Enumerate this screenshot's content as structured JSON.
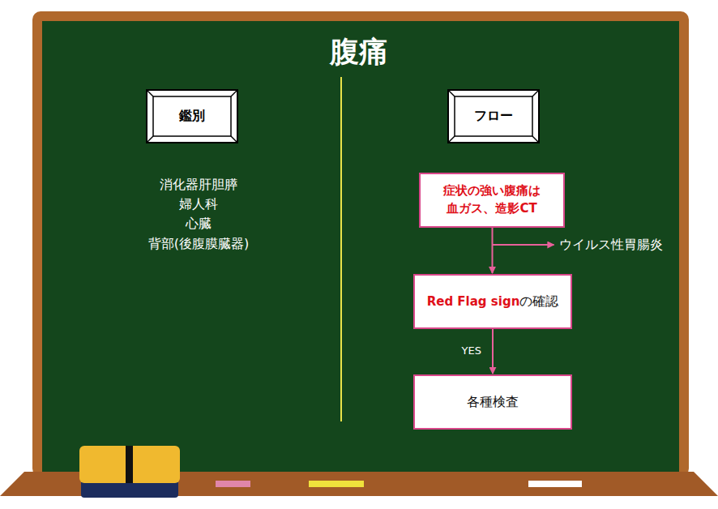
{
  "diagram": {
    "title": "腹痛",
    "nodes": [
      {
        "text": [
          "鑑別"
        ]
      },
      {
        "text": [
          "フロー"
        ]
      },
      {
        "text": [
          "症状の強い腹痛は 血ガス、造影CT"
        ]
      },
      {
        "text": [
          "Red Flag sign",
          "の確認"
        ]
      },
      {
        "text": [
          "各種検査"
        ]
      }
    ],
    "edges": [
      {
        "from": 2,
        "to": 3,
        "arrow": "to"
      },
      {
        "from": 3,
        "to": 4,
        "label": "YES",
        "arrow": "to"
      }
    ],
    "labels": [
      "消化器肝胆膵",
      "婦人科",
      "心臓",
      "背部(後腹膜臓器)",
      "ウイルス性胃腸炎"
    ]
  }
}
